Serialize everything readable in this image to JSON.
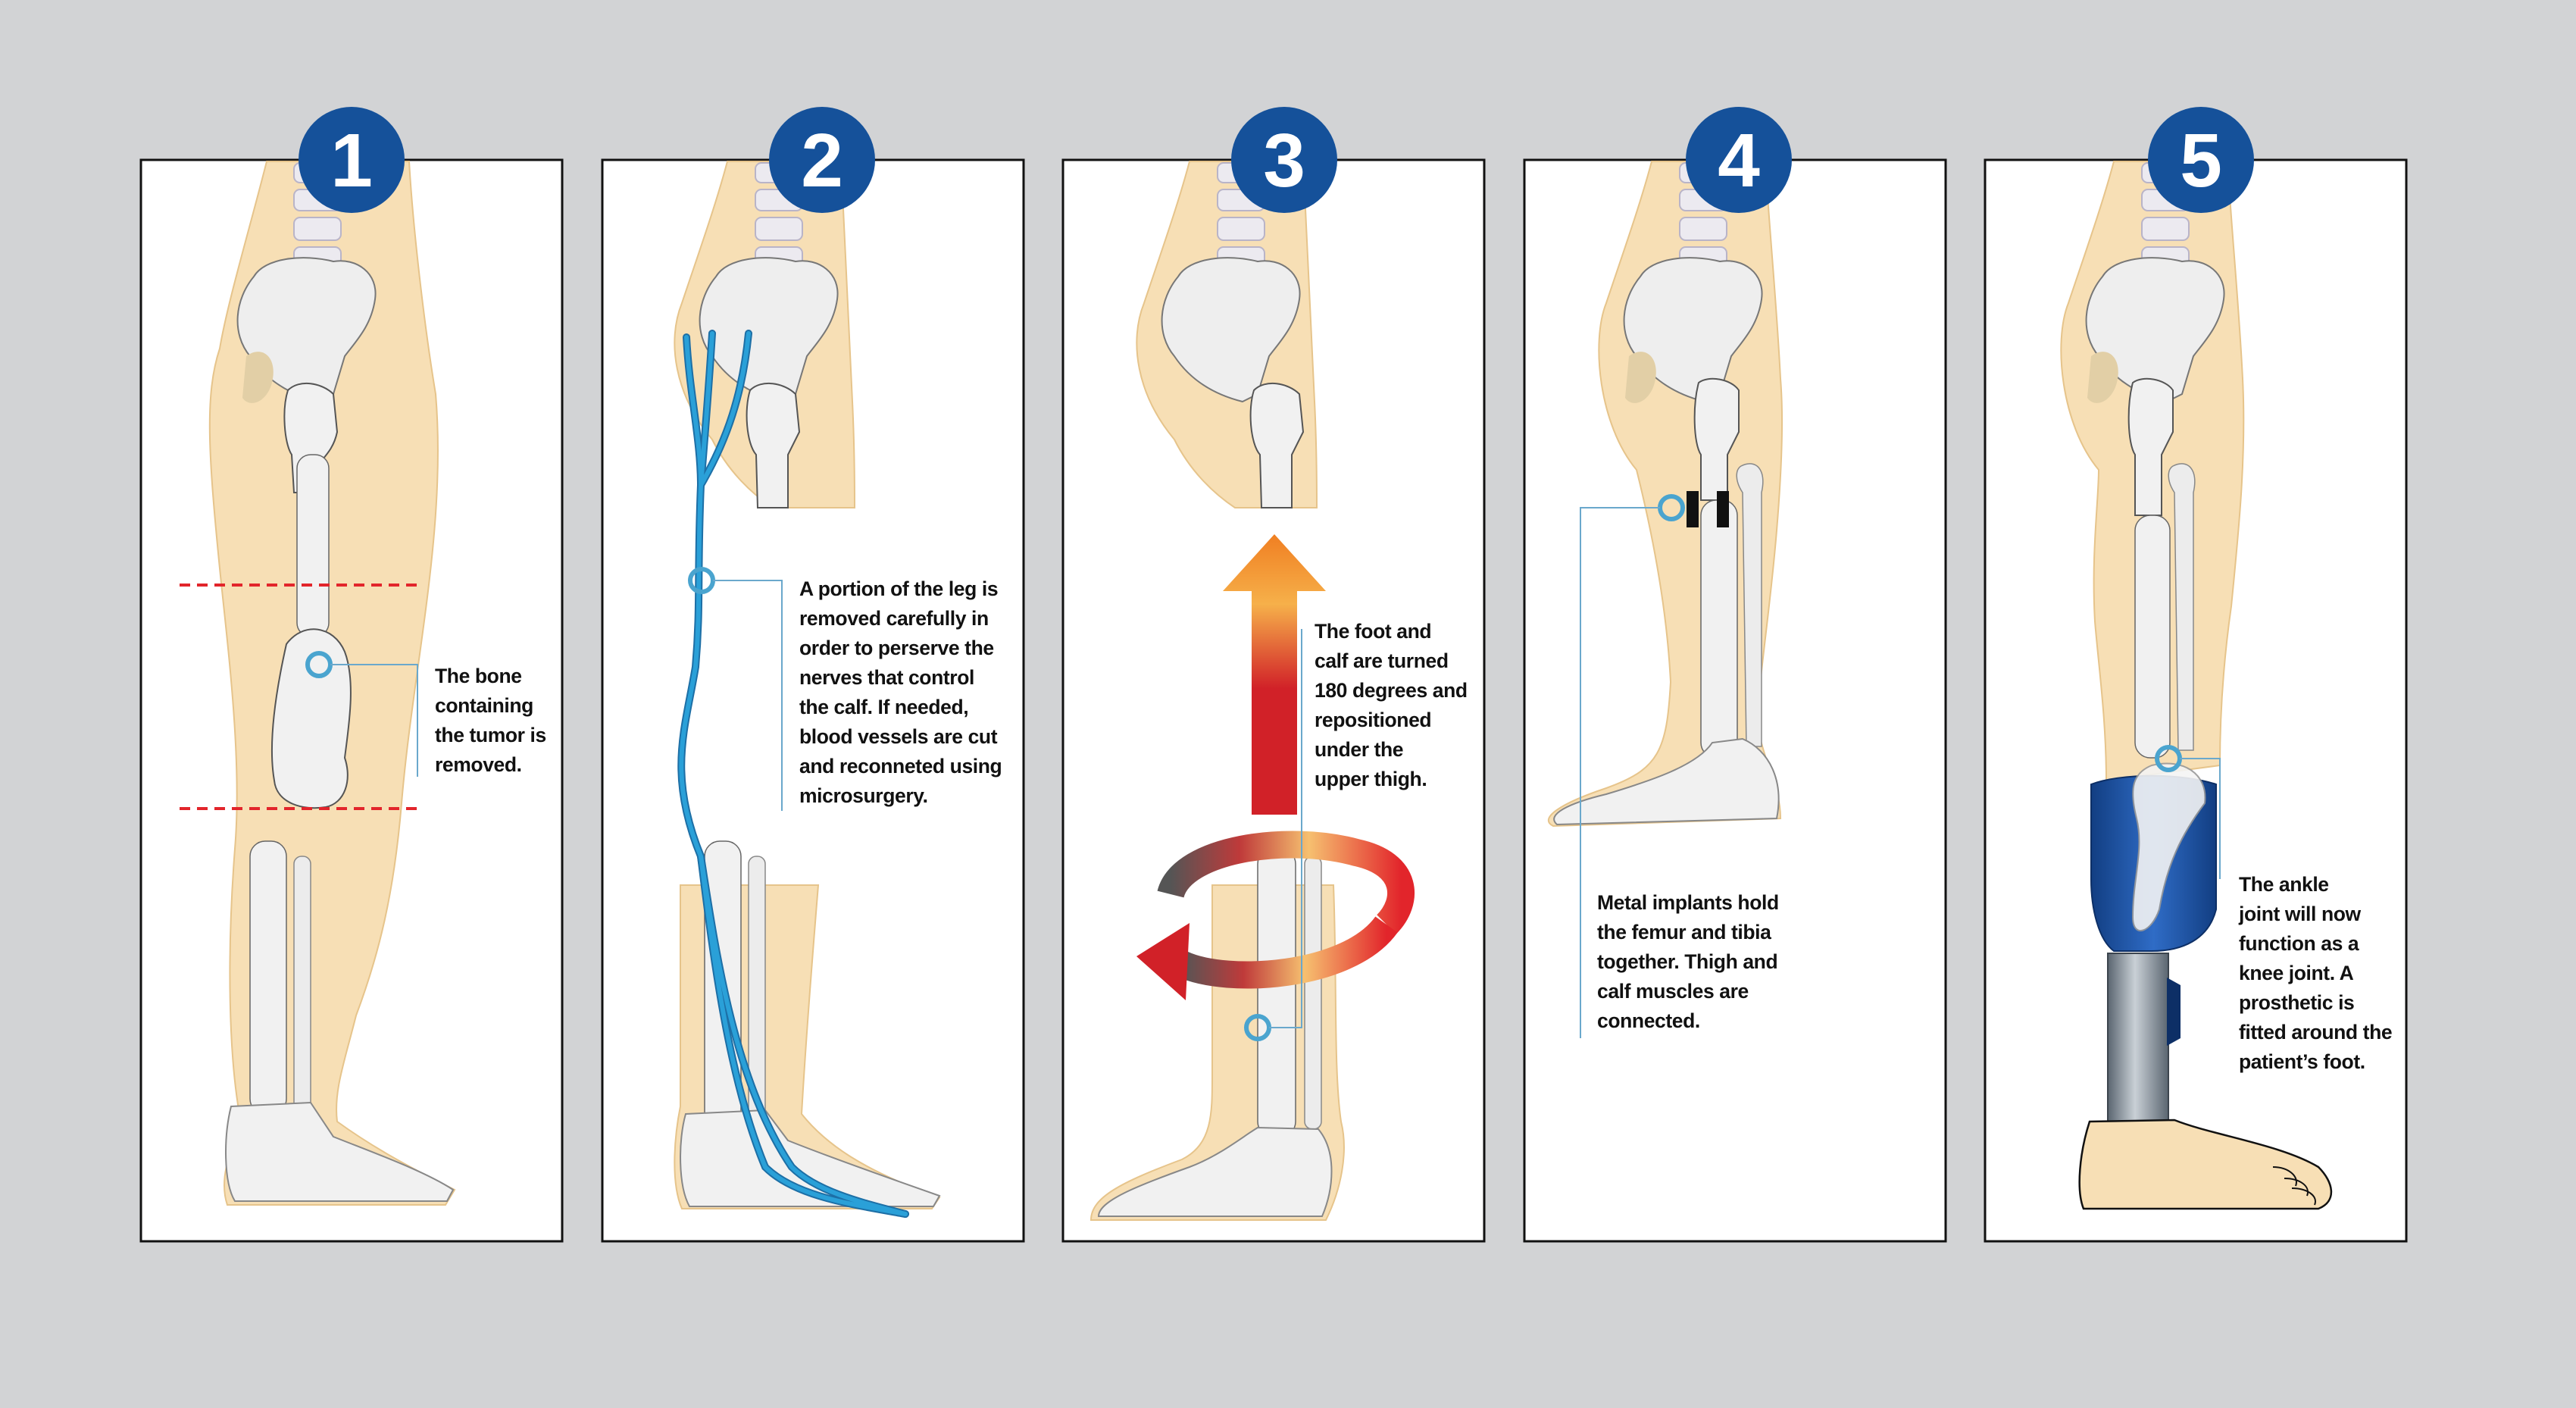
{
  "colors": {
    "background": "#d2d3d5",
    "panel": "#ffffff",
    "skin": "#f8e6c4",
    "bone": "#eeeeee",
    "badge": "#15519a",
    "nerve": "#2aa0d8",
    "marker": "#4aa4cf",
    "cut_line": "#e2252b",
    "prosthetic": "#1e56a8",
    "implant": "#111111"
  },
  "steps": [
    {
      "number": "1",
      "caption": [
        "The bone",
        "containing",
        "the tumor is",
        "removed."
      ]
    },
    {
      "number": "2",
      "caption": [
        "A portion of the leg is",
        "removed carefully in",
        "order to perserve the",
        "nerves that control",
        "the calf. If needed,",
        "blood vessels are cut",
        "and reconneted using",
        "microsurgery."
      ]
    },
    {
      "number": "3",
      "caption": [
        "The foot and",
        "calf are turned",
        "180 degrees and",
        "repositioned",
        "under the",
        "upper thigh."
      ]
    },
    {
      "number": "4",
      "caption": [
        "Metal implants hold",
        "the femur and tibia",
        "together. Thigh and",
        "calf muscles are",
        "connected."
      ]
    },
    {
      "number": "5",
      "caption": [
        "The ankle",
        "joint will now",
        "function as a",
        "knee joint. A",
        "prosthetic is",
        "fitted around the",
        "patient’s foot."
      ]
    }
  ]
}
